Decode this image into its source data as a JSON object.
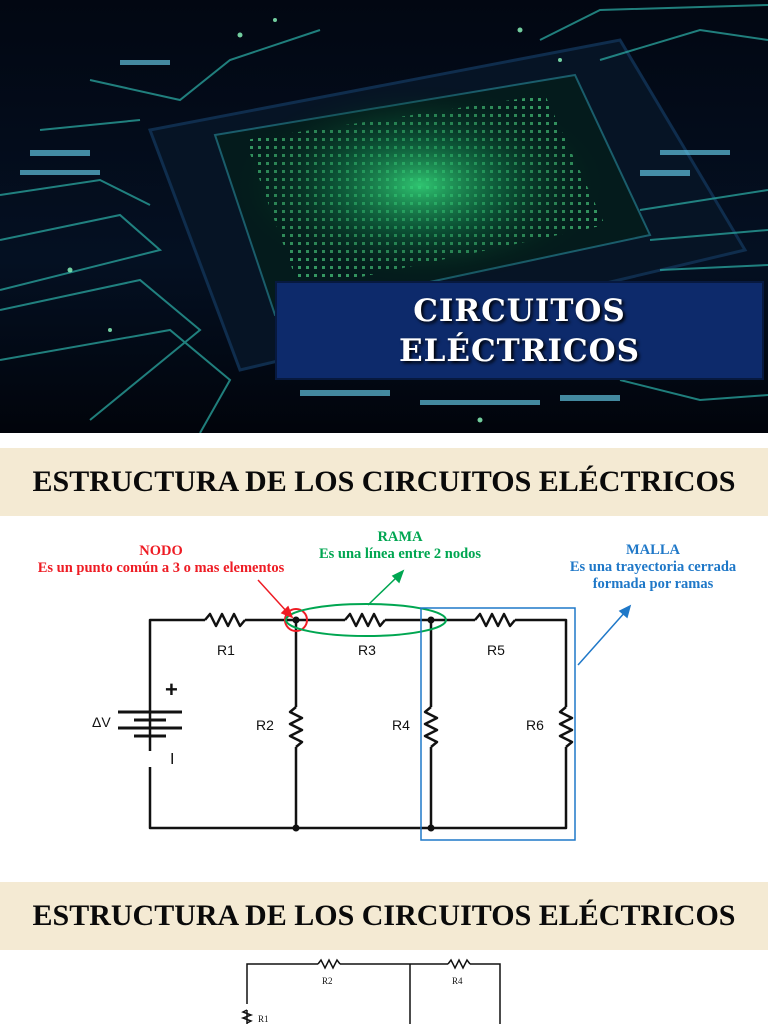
{
  "slide1": {
    "title_line1": "CIRCUITOS",
    "title_line2": "ELÉCTRICOS"
  },
  "slide2": {
    "heading": "ESTRUCTURA DE LOS CIRCUITOS ELÉCTRICOS",
    "nodo": {
      "title": "NODO",
      "desc": "Es un punto común a 3 o mas elementos",
      "color": "#ee1c24"
    },
    "rama": {
      "title": "RAMA",
      "desc": "Es una línea entre 2 nodos",
      "color": "#00a651"
    },
    "malla": {
      "title": "MALLA",
      "desc_line1": "Es una trayectoria cerrada",
      "desc_line2": "formada por ramas",
      "color": "#1f78c8"
    },
    "circuit": {
      "source_label": "ΔV",
      "plus": "+",
      "minus": "I",
      "resistors": [
        "R1",
        "R2",
        "R3",
        "R4",
        "R5",
        "R6"
      ]
    }
  },
  "slide3": {
    "heading": "ESTRUCTURA DE LOS CIRCUITOS ELÉCTRICOS",
    "resistors": [
      "R1",
      "R2",
      "R4"
    ]
  }
}
